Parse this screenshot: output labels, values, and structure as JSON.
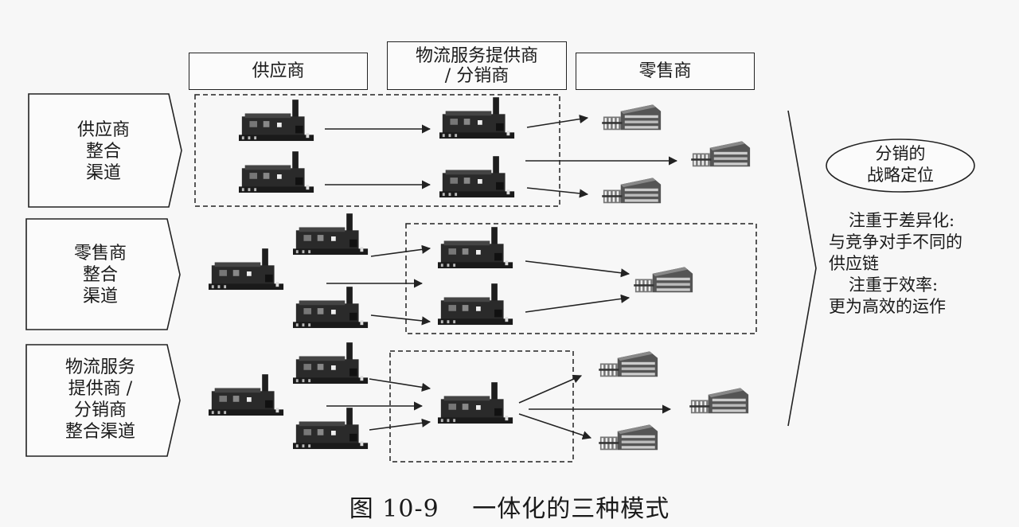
{
  "headers": {
    "supplier": "供应商",
    "logistics_line1": "物流服务提供商",
    "logistics_line2": "/ 分销商",
    "retailer": "零售商"
  },
  "rows": [
    {
      "lines": [
        "供应商",
        "整合",
        "渠道"
      ]
    },
    {
      "lines": [
        "零售商",
        "整合",
        "渠道"
      ]
    },
    {
      "lines": [
        "物流服务",
        "提供商 /",
        "分销商",
        "整合渠道"
      ]
    }
  ],
  "strategy_oval": [
    "分销的",
    "战略定位"
  ],
  "notes": [
    "注重于差异化:",
    "与竞争对手不同的",
    "供应链",
    "注重于效率:",
    "更为高效的运作"
  ],
  "caption": "图 10-9　  一体化的三种模式",
  "icons": {
    "factory": "factory-icon",
    "store": "store-icon"
  }
}
